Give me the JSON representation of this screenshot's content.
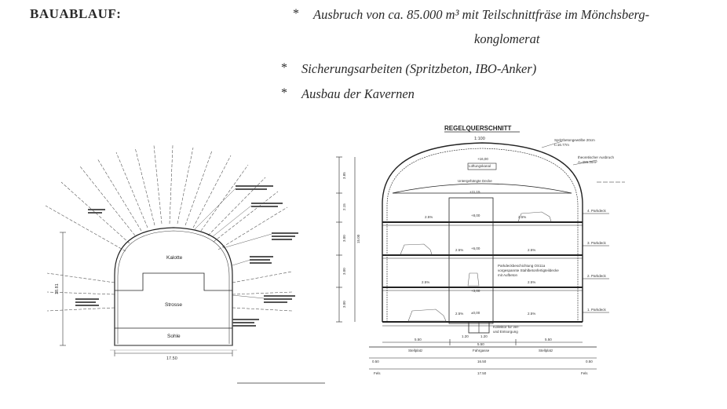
{
  "header": {
    "title": "BAUABLAUF:",
    "bullets": [
      {
        "marker": "*",
        "text": "Ausbruch von ca. 85.000 m³ mit Teilschnittfräse im Mönchsberg-"
      },
      {
        "marker": "",
        "text": "konglomerat"
      },
      {
        "marker": "*",
        "text": "Sicherungsarbeiten (Spritzbeton, IBO-Anker)"
      },
      {
        "marker": "*",
        "text": "Ausbau der Kavernen"
      }
    ]
  },
  "left_drawing": {
    "labels": {
      "kalotte": "Kalotte",
      "strosse": "Strosse",
      "sohle": "Sohle",
      "width": "17.50",
      "height": "18.81"
    }
  },
  "right_drawing": {
    "title": "REGELQUERSCHNITT",
    "scale": "1:100",
    "top_notes": {
      "spritzbeton": "Spritzbetongewölbe 20cm",
      "spritzbeton_t": "t=16.77m",
      "ausbruch": "theoretischer Ausbruch",
      "ausbruch_a": "A=255.30m²",
      "lueftungskanal": "Lüftungskanal",
      "decke": "Untergehängte Decke",
      "kote_top": "+16,00",
      "kote_2": "+11,15",
      "kote_3": "+8,00",
      "kote_4": "+6,00",
      "kote_5": "+3,00",
      "kote_6": "±0,00"
    },
    "decks": [
      "4. Parkdeck",
      "3. Parkdeck",
      "2. Parkdeck",
      "1. Parkdeck"
    ],
    "slopes": [
      "2.5%",
      "2.5%",
      "2.5%",
      "2.5%",
      "2.5%",
      "2.5%",
      "2.5%",
      "2.5%"
    ],
    "notes": {
      "beschichtung": "Parkdeckbeschichtung OS11a",
      "beschichtung2": "vorgespannte Stahlbetonfertigteildecke",
      "beschichtung3": "mit Aufbeton",
      "kollektor": "Kollektor für Ver-",
      "kollektor2": "und Entsorgung"
    },
    "bottom": {
      "stellplatz_l": "Stellplatz",
      "fahrgasse": "Fahrgasse",
      "stellplatz_r": "Stellplatz",
      "dim_l": "5.50",
      "dim_m": "5.50",
      "dim_r": "5.50",
      "dim_total": "16.50",
      "dim_outer": "17.50",
      "dim_edge_l": "0.50",
      "dim_edge_r": "0.50",
      "fels_l": "Fels",
      "fels_r": "Fels",
      "kollektor_w1": "1.20",
      "kollektor_w2": "1.20"
    },
    "left_dims": [
      "3.85",
      "2.15",
      "3.00",
      "3.00",
      "3.00"
    ],
    "total_height": "15.00"
  }
}
